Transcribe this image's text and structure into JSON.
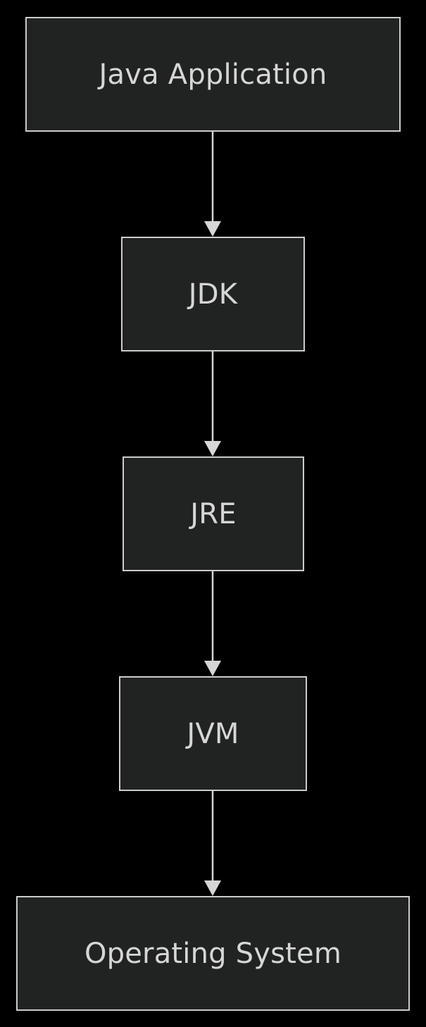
{
  "diagram": {
    "type": "flowchart",
    "direction": "top-down",
    "colors": {
      "background": "#000000",
      "node_fill": "#212222",
      "node_border": "#cccccc",
      "text": "#d6d6d6",
      "edge": "#d6d6d6"
    },
    "nodes": [
      {
        "id": "app",
        "label": "Java Application"
      },
      {
        "id": "jdk",
        "label": "JDK"
      },
      {
        "id": "jre",
        "label": "JRE"
      },
      {
        "id": "jvm",
        "label": "JVM"
      },
      {
        "id": "os",
        "label": "Operating System"
      }
    ],
    "edges": [
      {
        "from": "app",
        "to": "jdk"
      },
      {
        "from": "jdk",
        "to": "jre"
      },
      {
        "from": "jre",
        "to": "jvm"
      },
      {
        "from": "jvm",
        "to": "os"
      }
    ]
  }
}
